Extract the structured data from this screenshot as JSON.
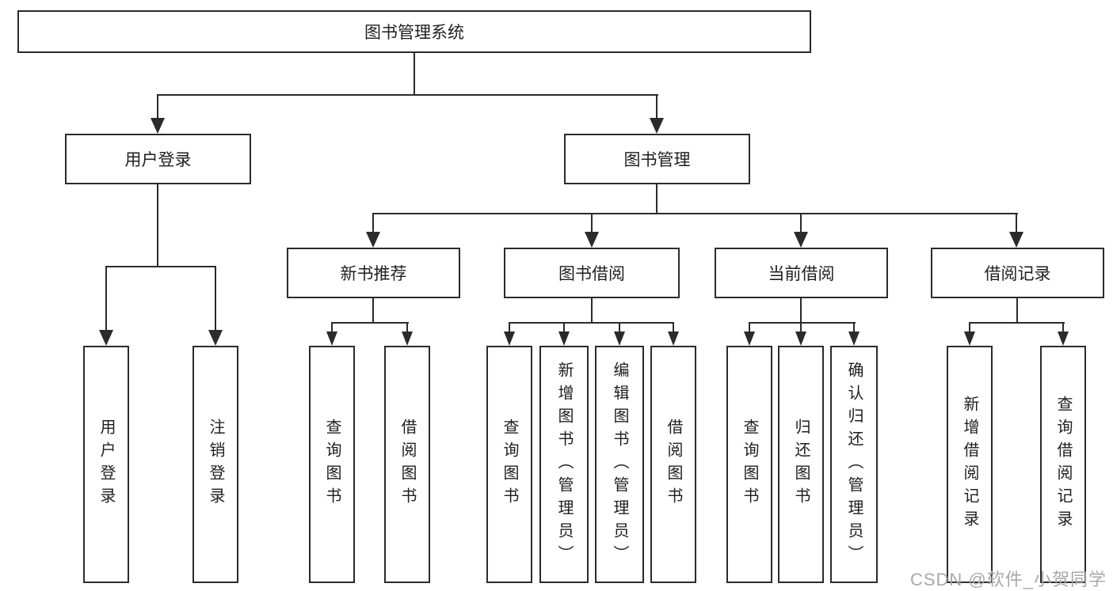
{
  "diagram": {
    "title": "图书管理系统",
    "branches": [
      {
        "label": "用户登录",
        "children": [
          {
            "label": "用户登录"
          },
          {
            "label": "注销登录"
          }
        ]
      },
      {
        "label": "图书管理",
        "children": [
          {
            "label": "新书推荐",
            "children": [
              {
                "label": "查询图书"
              },
              {
                "label": "借阅图书"
              }
            ]
          },
          {
            "label": "图书借阅",
            "children": [
              {
                "label": "查询图书"
              },
              {
                "label": "新增图书（管理员）"
              },
              {
                "label": "编辑图书（管理员）"
              },
              {
                "label": "借阅图书"
              }
            ]
          },
          {
            "label": "当前借阅",
            "children": [
              {
                "label": "查询图书"
              },
              {
                "label": "归还图书"
              },
              {
                "label": "确认归还（管理员）"
              }
            ]
          },
          {
            "label": "借阅记录",
            "children": [
              {
                "label": "新增借阅记录"
              },
              {
                "label": "查询借阅记录"
              }
            ]
          }
        ]
      }
    ]
  },
  "watermark": "CSDN @软件_小贺同学",
  "colors": {
    "line": "#2b2b2b",
    "text": "#1f1f1f",
    "watermark": "#a8a8a8",
    "background": "#ffffff"
  }
}
